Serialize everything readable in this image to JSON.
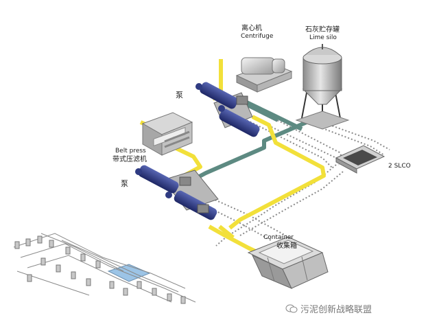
{
  "labels": {
    "centrifuge_cn": "离心机",
    "centrifuge_en": "Centrifuge",
    "lime_silo_cn": "石灰贮存罐",
    "lime_silo_en": "Lime silo",
    "pump_top": "泵",
    "pump_bottom": "泵",
    "belt_press_en": "Belt press",
    "belt_press_cn": "带式压滤机",
    "slco": "2 SLCO",
    "container_en": "Container",
    "container_cn": "收集箱"
  },
  "watermark": "污泥创新战略联盟",
  "colors": {
    "sludge_line": "#f2e03a",
    "lime_line": "#5d8a82",
    "control_line": "#8a8a8a",
    "pump_body": "#2f3b82",
    "inset_highlight": "#9cc4e6"
  }
}
